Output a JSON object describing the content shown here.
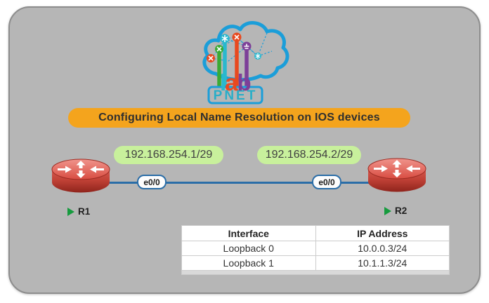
{
  "page": {
    "background": "#ffffff",
    "panel_background": "#b6b6b6",
    "panel_border": "#8d8d8d"
  },
  "logo": {
    "letters": [
      "l",
      "a",
      "b"
    ],
    "wordmark": "PNET",
    "colors": {
      "cloud": "#1b9ed9",
      "letter_l": "#29b8ce",
      "letter_a": "#e8491f",
      "letter_b": "#7d3f98",
      "node_green": "#3aaa35",
      "wordmark_text": "#29aec8"
    }
  },
  "banner": {
    "label": "Configuring Local Name Resolution on IOS devices",
    "background": "#f4a41d"
  },
  "topology": {
    "ip_labels": [
      "192.168.254.1/29",
      "192.168.254.2/29"
    ],
    "ip_label_background": "#c8f09c",
    "link": {
      "color": "#2a6da7",
      "endpoints": [
        {
          "label": "e0/0"
        },
        {
          "label": "e0/0"
        }
      ]
    },
    "devices": [
      {
        "name": "R1",
        "type": "router",
        "status_icon": "green-play-triangle"
      },
      {
        "name": "R2",
        "type": "router",
        "status_icon": "green-play-triangle"
      }
    ],
    "router_color": "#c44439",
    "status_color": "#169b3e"
  },
  "table": {
    "headers": [
      "Interface",
      "IP Address"
    ],
    "rows": [
      [
        "Loopback 0",
        "10.0.0.3/24"
      ],
      [
        "Loopback 1",
        "10.1.1.3/24"
      ]
    ]
  }
}
